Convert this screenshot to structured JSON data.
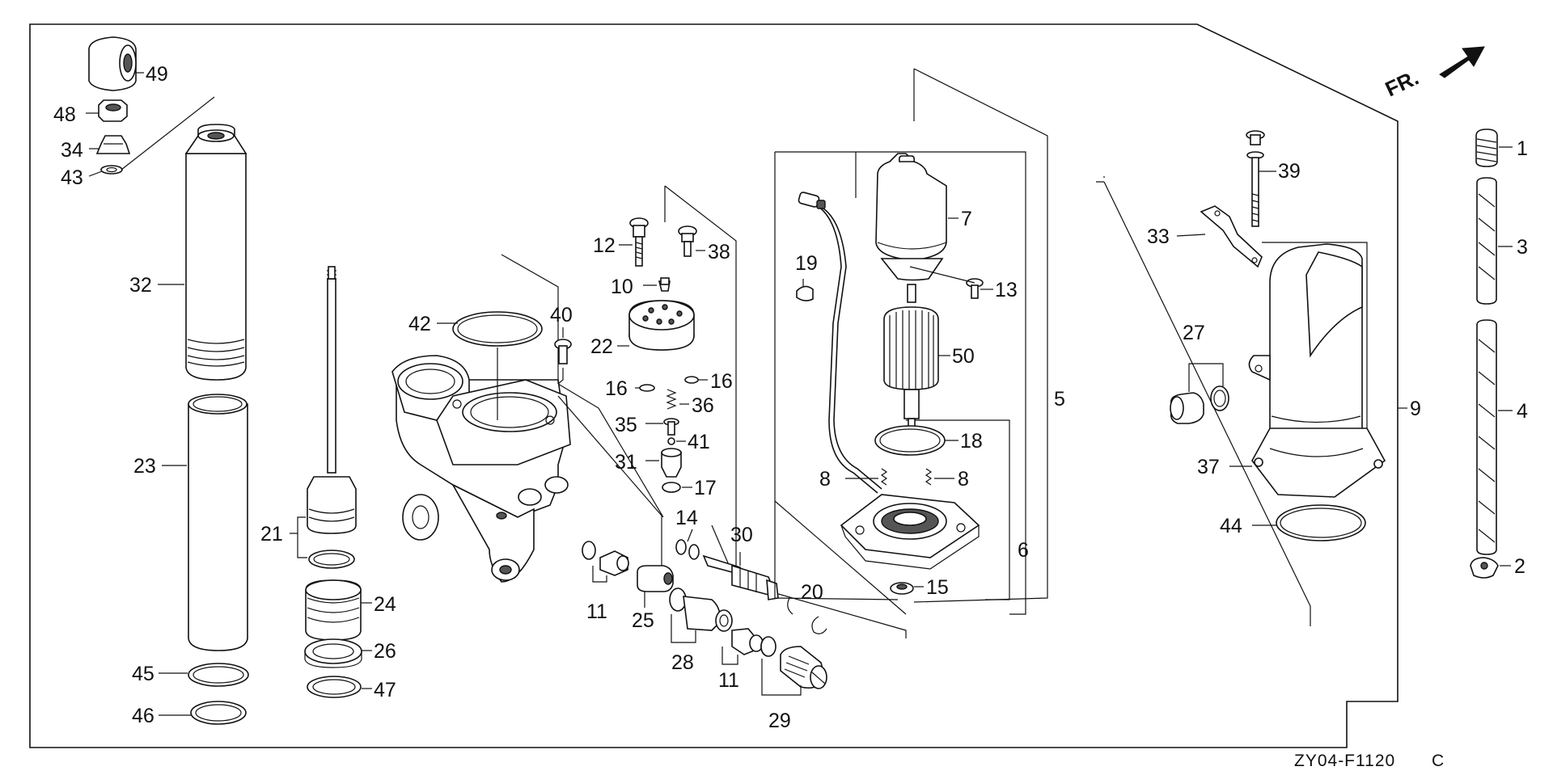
{
  "diagram": {
    "drawing_code": "ZY04-F1120",
    "drawing_suffix": "C",
    "direction_label": "FR.",
    "callouts": {
      "p1": "1",
      "p2": "2",
      "p3": "3",
      "p4": "4",
      "p5": "5",
      "p6": "6",
      "p7": "7",
      "p8a": "8",
      "p8b": "8",
      "p9": "9",
      "p10": "10",
      "p11a": "11",
      "p11b": "11",
      "p12": "12",
      "p13": "13",
      "p14": "14",
      "p15": "15",
      "p16a": "16",
      "p16b": "16",
      "p17": "17",
      "p18": "18",
      "p19": "19",
      "p20": "20",
      "p21": "21",
      "p22": "22",
      "p23": "23",
      "p24": "24",
      "p25": "25",
      "p26": "26",
      "p27": "27",
      "p28": "28",
      "p29": "29",
      "p30": "30",
      "p31": "31",
      "p32": "32",
      "p33": "33",
      "p34": "34",
      "p35": "35",
      "p36": "36",
      "p37": "37",
      "p38": "38",
      "p39": "39",
      "p40": "40",
      "p41": "41",
      "p42": "42",
      "p43": "43",
      "p44": "44",
      "p45": "45",
      "p46": "46",
      "p47": "47",
      "p48": "48",
      "p49": "49",
      "p50": "50"
    }
  }
}
